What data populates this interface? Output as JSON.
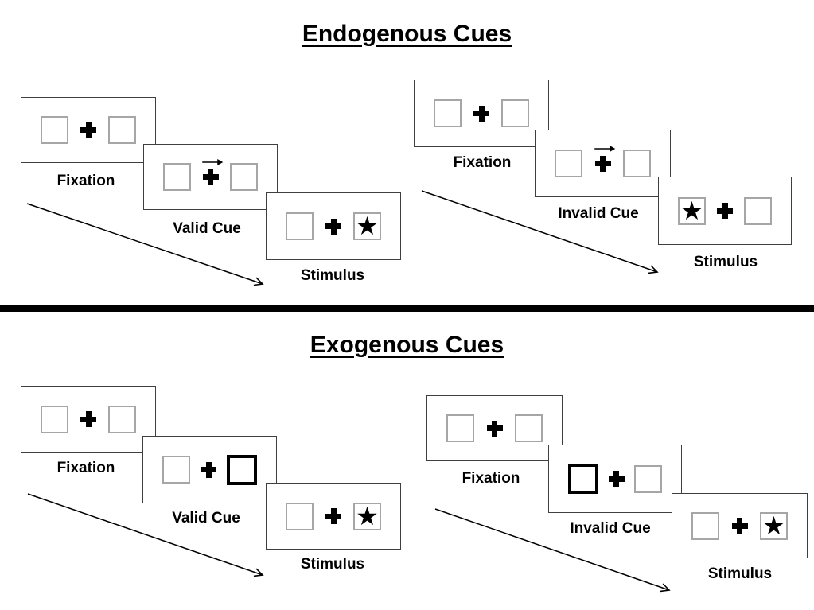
{
  "figure": {
    "type": "experiment-paradigm-diagram",
    "paradigm": "Posner spatial cueing task"
  },
  "colors": {
    "background": "#ffffff",
    "ink": "#000000",
    "panel_border": "#3f3f3f",
    "placeholder_square_border": "#a6a6a6",
    "cue_square_border": "#000000",
    "divider": "#000000"
  },
  "icons": {
    "star": "★",
    "plus": "fixation-cross",
    "cue_arrow": "right-arrow",
    "timeline_arrow": "diagonal-right-down-arrow"
  },
  "sections": [
    {
      "title": "Endogenous Cues",
      "trials": [
        {
          "name": "valid-trial",
          "frames": [
            {
              "label": "Fixation",
              "left_box": "empty",
              "right_box": "empty",
              "center": "plus"
            },
            {
              "label": "Valid Cue",
              "left_box": "empty",
              "right_box": "empty",
              "center": "plus",
              "cue_arrow_direction": "right"
            },
            {
              "label": "Stimulus",
              "left_box": "empty",
              "right_box": "star",
              "center": "plus"
            }
          ]
        },
        {
          "name": "invalid-trial",
          "frames": [
            {
              "label": "Fixation",
              "left_box": "empty",
              "right_box": "empty",
              "center": "plus"
            },
            {
              "label": "Invalid Cue",
              "left_box": "empty",
              "right_box": "empty",
              "center": "plus",
              "cue_arrow_direction": "right"
            },
            {
              "label": "Stimulus",
              "left_box": "star",
              "right_box": "empty",
              "center": "plus"
            }
          ]
        }
      ]
    },
    {
      "title": "Exogenous Cues",
      "trials": [
        {
          "name": "valid-trial",
          "frames": [
            {
              "label": "Fixation",
              "left_box": "empty",
              "right_box": "empty",
              "center": "plus"
            },
            {
              "label": "Valid Cue",
              "left_box": "empty",
              "right_box": "highlighted",
              "center": "plus"
            },
            {
              "label": "Stimulus",
              "left_box": "empty",
              "right_box": "star",
              "center": "plus"
            }
          ]
        },
        {
          "name": "invalid-trial",
          "frames": [
            {
              "label": "Fixation",
              "left_box": "empty",
              "right_box": "empty",
              "center": "plus"
            },
            {
              "label": "Invalid Cue",
              "left_box": "highlighted",
              "right_box": "empty",
              "center": "plus"
            },
            {
              "label": "Stimulus",
              "left_box": "empty",
              "right_box": "star",
              "center": "plus"
            }
          ]
        }
      ]
    }
  ]
}
